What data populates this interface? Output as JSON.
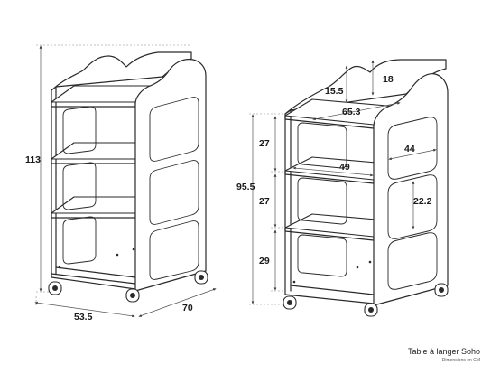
{
  "caption": {
    "title": "Table à langer Soho",
    "subtitle": "Dimensions en CM"
  },
  "left_view": {
    "height": "113",
    "width": "53.5",
    "depth": "70"
  },
  "right_view": {
    "top_rail_height": "18",
    "top_inset": "15.5",
    "top_shelf_width": "65.3",
    "upper_gap": "27",
    "middle_gap": "27",
    "lower_gap": "29",
    "shelf_height_total": "95.5",
    "middle_shelf_width": "49",
    "side_opening_width": "44",
    "side_opening_height": "22.2"
  }
}
